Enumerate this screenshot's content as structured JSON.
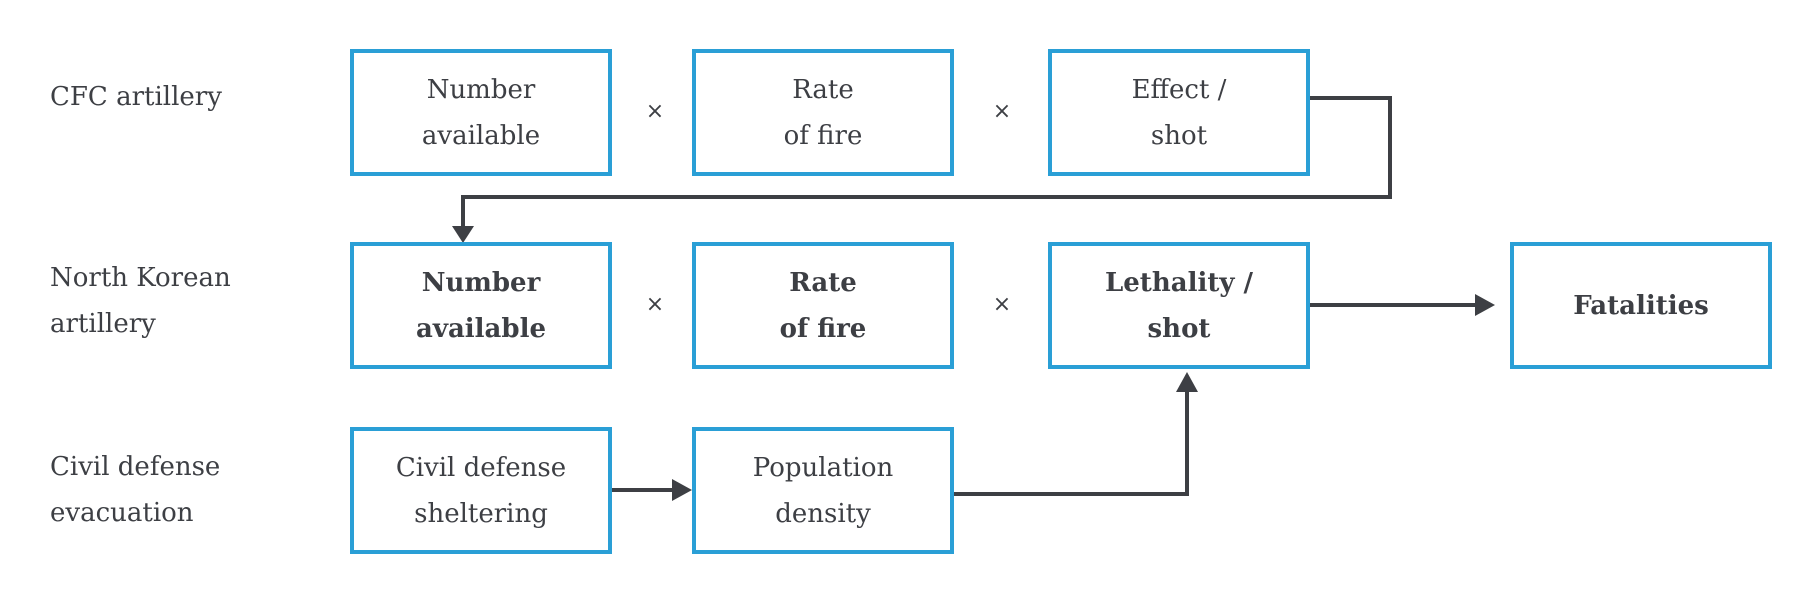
{
  "colors": {
    "box_border": "#2a9fd6",
    "text": "#3d3f44",
    "arrow": "#3d3f44"
  },
  "rows": {
    "cfc": {
      "label": [
        "CFC artillery"
      ],
      "boxes": [
        {
          "lines": [
            "Number",
            "available"
          ]
        },
        {
          "lines": [
            "Rate",
            "of fire"
          ]
        },
        {
          "lines": [
            "Effect /",
            "shot"
          ]
        }
      ],
      "operators": [
        "×",
        "×"
      ]
    },
    "nk": {
      "label": [
        "North Korean",
        "artillery"
      ],
      "boxes": [
        {
          "lines": [
            "Number",
            "available"
          ]
        },
        {
          "lines": [
            "Rate",
            "of fire"
          ]
        },
        {
          "lines": [
            "Lethality /",
            "shot"
          ]
        }
      ],
      "operators": [
        "×",
        "×"
      ]
    },
    "civil": {
      "label": [
        "Civil defense",
        "evacuation"
      ],
      "boxes": [
        {
          "lines": [
            "Civil defense",
            "sheltering"
          ]
        },
        {
          "lines": [
            "Population",
            "density"
          ]
        }
      ]
    }
  },
  "output": {
    "label": "Fatalities"
  }
}
